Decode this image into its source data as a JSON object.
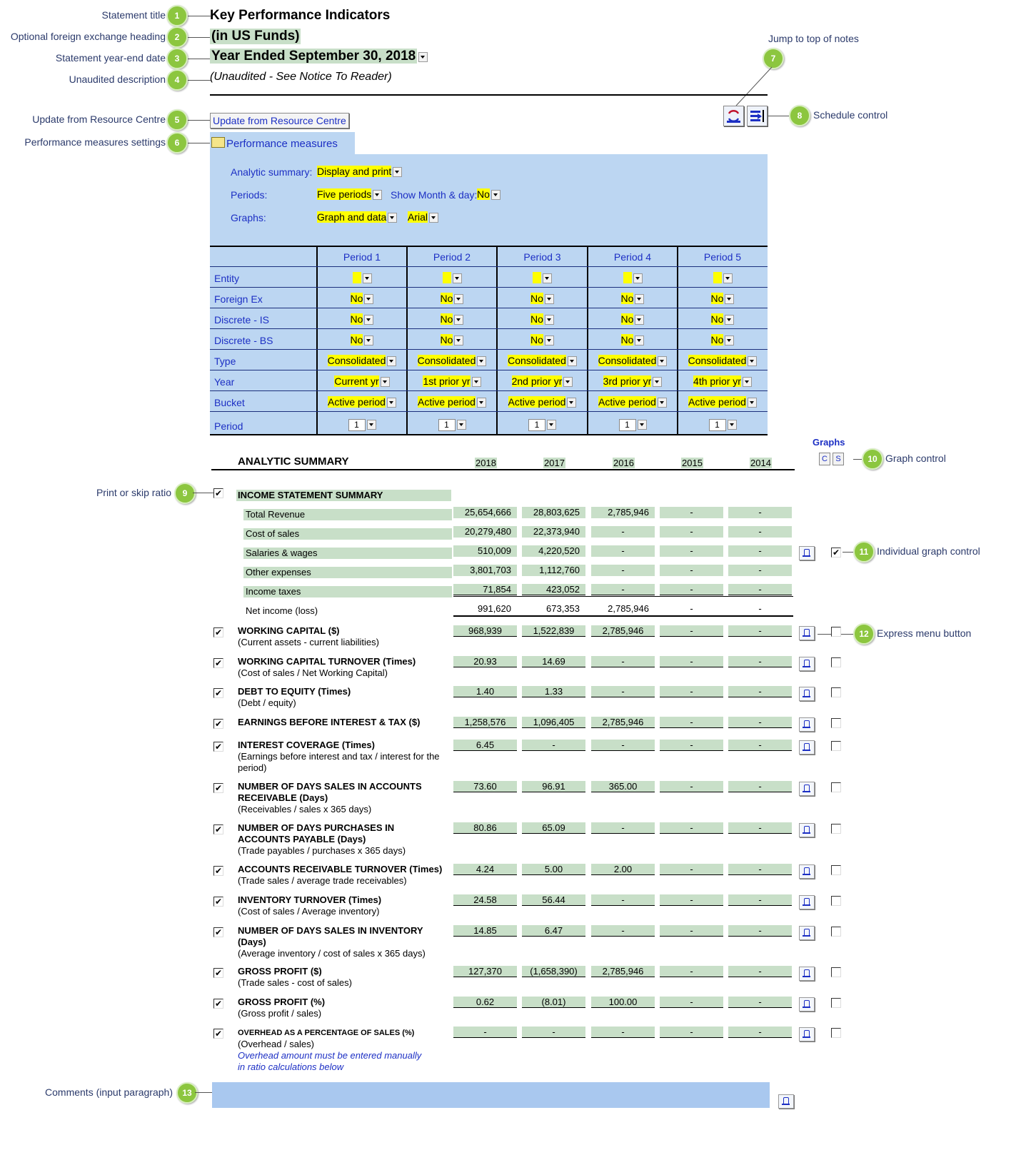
{
  "callouts": [
    {
      "n": "1",
      "label": "Statement title"
    },
    {
      "n": "2",
      "label": "Optional foreign exchange heading"
    },
    {
      "n": "3",
      "label": "Statement year-end date"
    },
    {
      "n": "4",
      "label": "Unaudited description"
    },
    {
      "n": "5",
      "label": "Update from Resource Centre"
    },
    {
      "n": "6",
      "label": "Performance measures settings"
    },
    {
      "n": "7",
      "label": "Jump to top of notes"
    },
    {
      "n": "8",
      "label": "Schedule control"
    },
    {
      "n": "9",
      "label": "Print or skip ratio"
    },
    {
      "n": "10",
      "label": "Graph control"
    },
    {
      "n": "11",
      "label": "Individual graph control"
    },
    {
      "n": "12",
      "label": "Express menu button"
    },
    {
      "n": "13",
      "label": "Comments (input paragraph)"
    }
  ],
  "header": {
    "title": "Key Performance Indicators",
    "fx_heading": "(in US Funds)",
    "year_end": "Year Ended September 30, 2018",
    "unaudited": "(Unaudited - See Notice To Reader)"
  },
  "update_button": "Update from Resource Centre",
  "perf_tab": "Performance measures",
  "settings": {
    "analytic_label": "Analytic summary:",
    "analytic_value": "Display and print",
    "periods_label": "Periods:",
    "periods_value": "Five periods",
    "show_md_label": "Show Month & day:",
    "show_md_value": "No",
    "graphs_label": "Graphs:",
    "graphs_value": "Graph and data",
    "font_value": "Arial"
  },
  "period_grid": {
    "headers": [
      "Period 1",
      "Period 2",
      "Period 3",
      "Period 4",
      "Period 5"
    ],
    "rows": [
      {
        "label": "Entity",
        "values": [
          "",
          "",
          "",
          "",
          ""
        ]
      },
      {
        "label": "Foreign Ex",
        "values": [
          "No",
          "No",
          "No",
          "No",
          "No"
        ]
      },
      {
        "label": "Discrete - IS",
        "values": [
          "No",
          "No",
          "No",
          "No",
          "No"
        ]
      },
      {
        "label": "Discrete - BS",
        "values": [
          "No",
          "No",
          "No",
          "No",
          "No"
        ]
      },
      {
        "label": "Type",
        "values": [
          "Consolidated",
          "Consolidated",
          "Consolidated",
          "Consolidated",
          "Consolidated"
        ]
      },
      {
        "label": "Year",
        "values": [
          "Current yr",
          "1st prior yr",
          "2nd prior yr",
          "3rd prior yr",
          "4th prior yr"
        ]
      },
      {
        "label": "Bucket",
        "values": [
          "Active period",
          "Active period",
          "Active period",
          "Active period",
          "Active period"
        ]
      },
      {
        "label": "Period",
        "values": [
          "1",
          "1",
          "1",
          "1",
          "1"
        ]
      }
    ]
  },
  "graphs_control": {
    "title": "Graphs",
    "c": "C",
    "s": "S"
  },
  "summary": {
    "title": "ANALYTIC SUMMARY",
    "years": [
      "2018",
      "2017",
      "2016",
      "2015",
      "2014"
    ],
    "income_title": "INCOME STATEMENT SUMMARY",
    "income_rows": [
      {
        "label": "Total Revenue",
        "values": [
          "25,654,666",
          "28,803,625",
          "2,785,946",
          "-",
          "-"
        ]
      },
      {
        "label": "Cost of sales",
        "values": [
          "20,279,480",
          "22,373,940",
          "-",
          "-",
          "-"
        ]
      },
      {
        "label": "Salaries & wages",
        "values": [
          "510,009",
          "4,220,520",
          "-",
          "-",
          "-"
        ]
      },
      {
        "label": "Other expenses",
        "values": [
          "3,801,703",
          "1,112,760",
          "-",
          "-",
          "-"
        ]
      },
      {
        "label": "Income taxes",
        "values": [
          "71,854",
          "423,052",
          "-",
          "-",
          "-"
        ]
      },
      {
        "label": "Net income (loss)",
        "values": [
          "991,620",
          "673,353",
          "2,785,946",
          "-",
          "-"
        ]
      }
    ],
    "ratios": [
      {
        "name": "WORKING CAPITAL ($)",
        "desc": [
          "(Current assets - current liabilities)"
        ],
        "values": [
          "968,939",
          "1,522,839",
          "2,785,946",
          "-",
          "-"
        ]
      },
      {
        "name": "WORKING CAPITAL TURNOVER (Times)",
        "desc": [
          "(Cost of sales / Net Working Capital)"
        ],
        "values": [
          "20.93",
          "14.69",
          "-",
          "-",
          "-"
        ]
      },
      {
        "name": "DEBT TO EQUITY (Times)",
        "desc": [
          "(Debt / equity)"
        ],
        "values": [
          "1.40",
          "1.33",
          "-",
          "-",
          "-"
        ]
      },
      {
        "name": "EARNINGS BEFORE INTEREST & TAX ($)",
        "desc": [],
        "values": [
          "1,258,576",
          "1,096,405",
          "2,785,946",
          "-",
          "-"
        ]
      },
      {
        "name": "INTEREST COVERAGE (Times)",
        "desc": [
          "(Earnings before interest and  tax / interest for the",
          "period)"
        ],
        "values": [
          "6.45",
          "-",
          "-",
          "-",
          "-"
        ]
      },
      {
        "name": "NUMBER OF DAYS SALES IN ACCOUNTS",
        "name2": "RECEIVABLE (Days)",
        "desc": [
          "(Receivables / sales x 365 days)"
        ],
        "values": [
          "73.60",
          "96.91",
          "365.00",
          "-",
          "-"
        ]
      },
      {
        "name": "NUMBER OF DAYS PURCHASES IN",
        "name2": "ACCOUNTS PAYABLE (Days)",
        "desc": [
          "(Trade payables / purchases x 365 days)"
        ],
        "values": [
          "80.86",
          "65.09",
          "-",
          "-",
          "-"
        ]
      },
      {
        "name": "ACCOUNTS RECEIVABLE TURNOVER (Times)",
        "desc": [
          "(Trade sales / average trade receivables)"
        ],
        "values": [
          "4.24",
          "5.00",
          "2.00",
          "-",
          "-"
        ]
      },
      {
        "name": "INVENTORY TURNOVER (Times)",
        "desc": [
          "(Cost of sales / Average inventory)"
        ],
        "values": [
          "24.58",
          "56.44",
          "-",
          "-",
          "-"
        ]
      },
      {
        "name": "NUMBER OF DAYS SALES IN INVENTORY",
        "name2": "(Days)",
        "desc": [
          "(Average inventory / cost of sales x 365 days)"
        ],
        "values": [
          "14.85",
          "6.47",
          "-",
          "-",
          "-"
        ]
      },
      {
        "name": "GROSS PROFIT ($)",
        "desc": [
          "(Trade sales - cost of sales)"
        ],
        "values": [
          "127,370",
          "(1,658,390)",
          "2,785,946",
          "-",
          "-"
        ]
      },
      {
        "name": "GROSS PROFIT (%)",
        "desc": [
          "(Gross profit / sales)"
        ],
        "values": [
          "0.62",
          "(8.01)",
          "100.00",
          "-",
          "-"
        ]
      },
      {
        "name": "OVERHEAD AS A PERCENTAGE OF SALES (%)",
        "desc": [
          "(Overhead / sales)"
        ],
        "note": [
          "Overhead amount must be entered manually",
          "in ratio calculations below"
        ],
        "values": [
          "-",
          "-",
          "-",
          "-",
          "-"
        ]
      }
    ]
  }
}
